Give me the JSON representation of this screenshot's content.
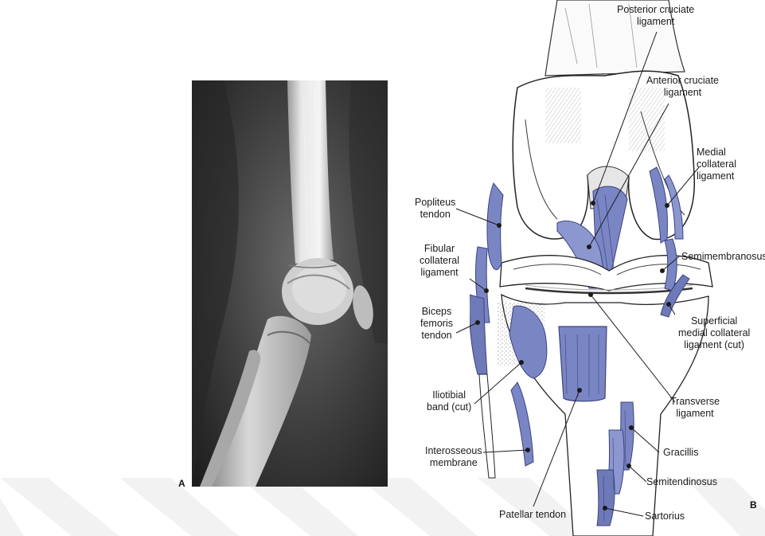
{
  "panels": {
    "a_letter": "A",
    "b_letter": "B"
  },
  "labels": {
    "posterior_cruciate": [
      "Posterior cruciate",
      "ligament"
    ],
    "anterior_cruciate": [
      "Anterior cruciate",
      "ligament"
    ],
    "medial_collateral": [
      "Medial",
      "collateral",
      "ligament"
    ],
    "popliteus": [
      "Popliteus",
      "tendon"
    ],
    "fibular_collateral": [
      "Fibular",
      "collateral",
      "ligament"
    ],
    "semimembranosus": [
      "Semimembranosus"
    ],
    "biceps_femoris": [
      "Biceps",
      "femoris",
      "tendon"
    ],
    "superficial_medial": [
      "Superficial",
      "medial collateral",
      "ligament (cut)"
    ],
    "iliotibial": [
      "Iliotibial",
      "band (cut)"
    ],
    "transverse": [
      "Transverse",
      "ligament"
    ],
    "gracilis": [
      "Gracillis"
    ],
    "interosseous": [
      "Interosseous",
      "membrane"
    ],
    "semitendinosus": [
      "Semitendinosus"
    ],
    "patellar": [
      "Patellar tendon"
    ],
    "sartorius": [
      "Sartorius"
    ]
  },
  "colors": {
    "ligament_blue": "#7a86c4",
    "ligament_dark": "#4b5596",
    "watermark": "#f1f1f1"
  }
}
